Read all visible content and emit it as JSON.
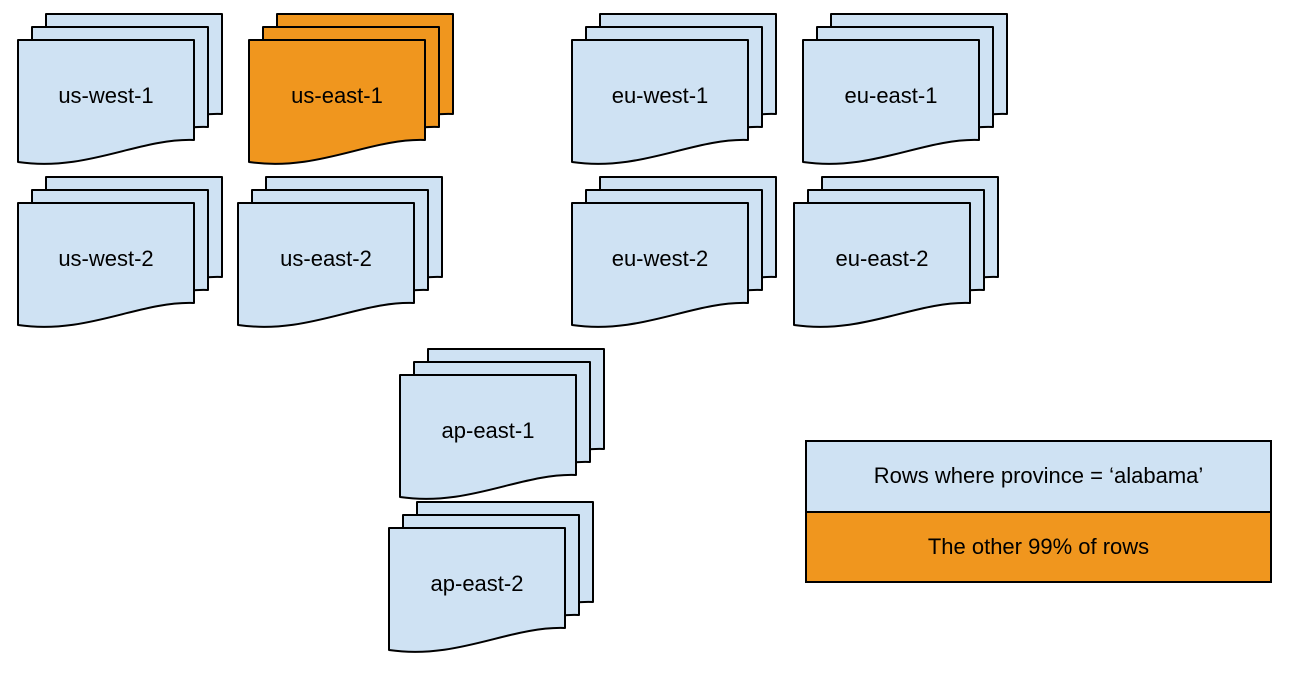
{
  "colors": {
    "background": "#FFFFFF",
    "doc_blue": "#CFE2F3",
    "doc_orange": "#F0961E",
    "stroke": "#000000",
    "text": "#000000"
  },
  "stacks": [
    {
      "label": "us-west-1",
      "variant": "blue"
    },
    {
      "label": "us-east-1",
      "variant": "orange"
    },
    {
      "label": "eu-west-1",
      "variant": "blue"
    },
    {
      "label": "eu-east-1",
      "variant": "blue"
    },
    {
      "label": "us-west-2",
      "variant": "blue"
    },
    {
      "label": "us-east-2",
      "variant": "blue"
    },
    {
      "label": "eu-west-2",
      "variant": "blue"
    },
    {
      "label": "eu-east-2",
      "variant": "blue"
    },
    {
      "label": "ap-east-1",
      "variant": "blue"
    },
    {
      "label": "ap-east-2",
      "variant": "blue"
    }
  ],
  "legend": {
    "items": [
      {
        "label": "Rows where province = ‘alabama’",
        "color": "#CFE2F3"
      },
      {
        "label": "The other 99% of rows",
        "color": "#F0961E"
      }
    ]
  }
}
